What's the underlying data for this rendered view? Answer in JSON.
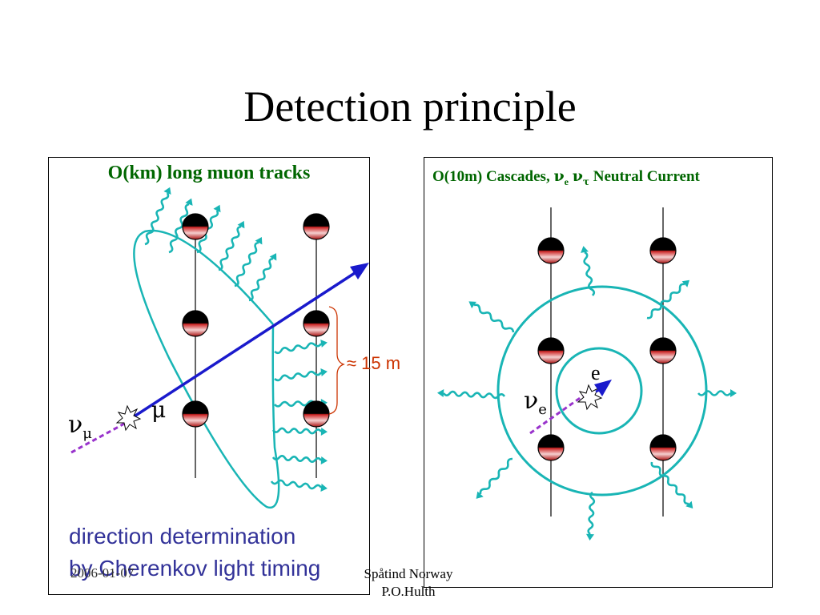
{
  "slide": {
    "title": "Detection principle",
    "footer_date": "2006-01-07",
    "footer_line1": "Spåtind Norway",
    "footer_line2": "P.O.Hulth"
  },
  "left_panel": {
    "heading": "O(km) long muon tracks",
    "nu_label": "ν",
    "nu_subscript": "μ",
    "mu_label": "μ",
    "spacing_label": "≈ 15 m",
    "caption_line1": "direction determination",
    "caption_line2": "by Cherenkov light timing"
  },
  "right_panel": {
    "heading_prefix": "O(10m) Cascades, ",
    "heading_nu1": "ν",
    "heading_sub1": "e",
    "heading_nu2": "ν",
    "heading_sub2": "τ",
    "heading_suffix": " Neutral Current",
    "nu_label": "ν",
    "nu_subscript": "e",
    "e_label": "e"
  },
  "colors": {
    "heading_green": "#006600",
    "caption_blue": "#333399",
    "track_blue": "#1a1acc",
    "cherenkov_teal": "#19b5b5",
    "neutrino_purple": "#9933cc",
    "bracket_red": "#cc3300",
    "sensor_red": "#aa1111"
  },
  "icons": {
    "optical_module": "optical-module-icon",
    "interaction_star": "interaction-star-icon",
    "light_photon": "photon-wave-icon"
  }
}
